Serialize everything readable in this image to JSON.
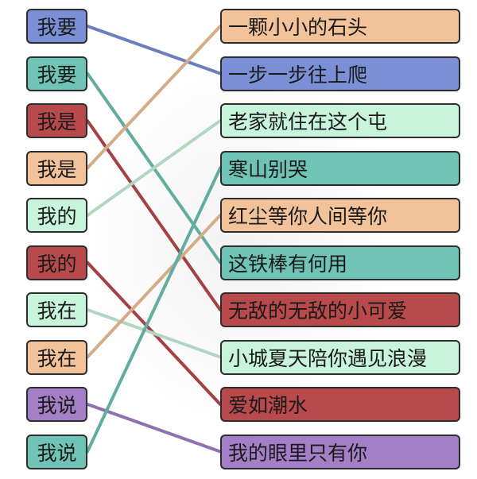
{
  "colors": {
    "blue": "#7b8fd6",
    "teal": "#6fc4b6",
    "red": "#b94a4c",
    "peach": "#f2c39a",
    "mint": "#c9f4dc",
    "purple": "#a47fc8"
  },
  "left_words": [
    {
      "text": "我要",
      "color": "blue"
    },
    {
      "text": "我要",
      "color": "teal"
    },
    {
      "text": "我是",
      "color": "red"
    },
    {
      "text": "我是",
      "color": "peach"
    },
    {
      "text": "我的",
      "color": "mint"
    },
    {
      "text": "我的",
      "color": "red"
    },
    {
      "text": "我在",
      "color": "mint"
    },
    {
      "text": "我在",
      "color": "peach"
    },
    {
      "text": "我说",
      "color": "purple"
    },
    {
      "text": "我说",
      "color": "teal"
    }
  ],
  "right_phrases": [
    {
      "text": "一颗小小的石头",
      "color": "peach"
    },
    {
      "text": "一步一步往上爬",
      "color": "blue"
    },
    {
      "text": "老家就住在这个屯",
      "color": "mint"
    },
    {
      "text": "寒山别哭",
      "color": "teal"
    },
    {
      "text": "红尘等你人间等你",
      "color": "peach"
    },
    {
      "text": "这铁棒有何用",
      "color": "teal"
    },
    {
      "text": "无敌的无敌的小可爱",
      "color": "red"
    },
    {
      "text": "小城夏天陪你遇见浪漫",
      "color": "mint"
    },
    {
      "text": "爱如潮水",
      "color": "red"
    },
    {
      "text": "我的眼里只有你",
      "color": "purple"
    }
  ],
  "connections": [
    {
      "from": 0,
      "to": 1,
      "color": "blue"
    },
    {
      "from": 1,
      "to": 5,
      "color": "teal"
    },
    {
      "from": 2,
      "to": 6,
      "color": "red"
    },
    {
      "from": 3,
      "to": 0,
      "color": "peach"
    },
    {
      "from": 4,
      "to": 2,
      "color": "mint"
    },
    {
      "from": 5,
      "to": 8,
      "color": "red"
    },
    {
      "from": 6,
      "to": 7,
      "color": "mint"
    },
    {
      "from": 7,
      "to": 4,
      "color": "peach"
    },
    {
      "from": 8,
      "to": 9,
      "color": "purple"
    },
    {
      "from": 9,
      "to": 3,
      "color": "teal"
    }
  ]
}
